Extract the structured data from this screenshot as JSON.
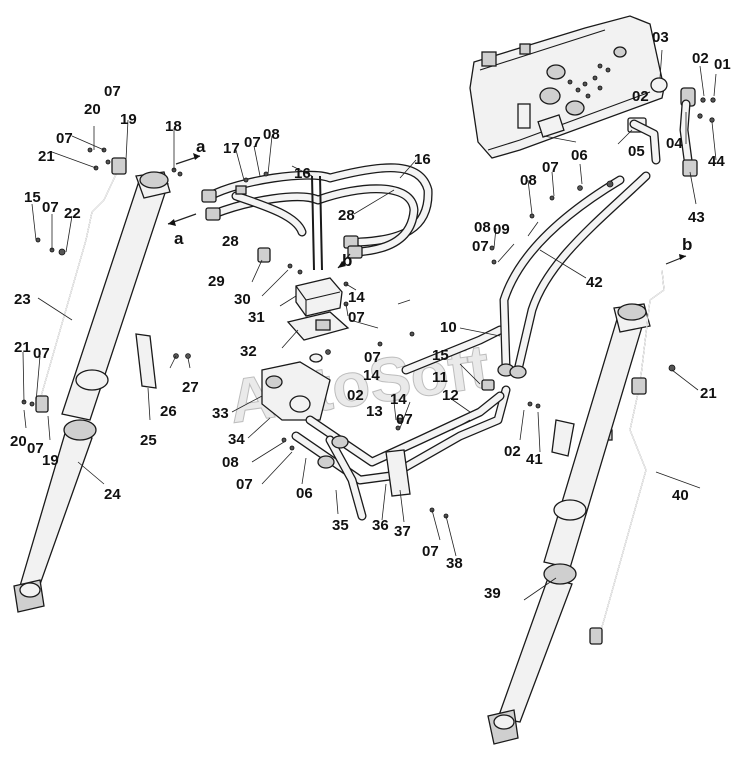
{
  "watermark": "AutoSoft",
  "callouts": {
    "c01": "01",
    "c02a": "02",
    "c02b": "02",
    "c02c": "02",
    "c02d": "02",
    "c03": "03",
    "c04": "04",
    "c05": "05",
    "c06a": "06",
    "c06b": "06",
    "c07a": "07",
    "c07b": "07",
    "c07c": "07",
    "c07d": "07",
    "c07e": "07",
    "c07f": "07",
    "c07g": "07",
    "c07h": "07",
    "c07i": "07",
    "c07j": "07",
    "c07k": "07",
    "c07l": "07",
    "c07m": "07",
    "c08a": "08",
    "c08b": "08",
    "c08c": "08",
    "c08d": "08",
    "c09": "09",
    "c10": "10",
    "c11": "11",
    "c12": "12",
    "c13": "13",
    "c14a": "14",
    "c14b": "14",
    "c14c": "14",
    "c15a": "15",
    "c15b": "15",
    "c16a": "16",
    "c16b": "16",
    "c17": "17",
    "c18": "18",
    "c19a": "19",
    "c19b": "19",
    "c20a": "20",
    "c20b": "20",
    "c21a": "21",
    "c21b": "21",
    "c21c": "21",
    "c22": "22",
    "c23": "23",
    "c24": "24",
    "c25": "25",
    "c26": "26",
    "c27": "27",
    "c28a": "28",
    "c28b": "28",
    "c29": "29",
    "c30": "30",
    "c31": "31",
    "c32": "32",
    "c33": "33",
    "c34": "34",
    "c35": "35",
    "c36": "36",
    "c37": "37",
    "c38": "38",
    "c39": "39",
    "c40": "40",
    "c41": "41",
    "c42": "42",
    "c43": "43",
    "c44": "44"
  },
  "connection_letters": {
    "a1": "a",
    "a2": "a",
    "b1": "b",
    "b2": "b"
  }
}
